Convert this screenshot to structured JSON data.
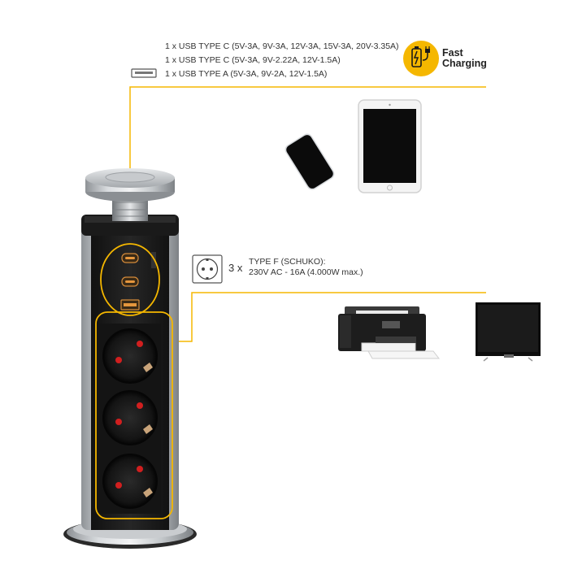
{
  "usb_specs": [
    "1 x USB TYPE C (5V-3A, 9V-3A, 12V-3A, 15V-3A, 20V-3.35A)",
    "1 x USB TYPE C (5V-3A, 9V-2.22A, 12V-1.5A)",
    "1 x USB TYPE A (5V-3A, 9V-2A, 12V-1.5A)"
  ],
  "fast_charging": {
    "line1": "Fast",
    "line2": "Charging"
  },
  "schuko": {
    "multiplier": "3 x",
    "line1": "TYPE F (SCHUKO):",
    "line2": "230V AC - 16A (4.000W max.)"
  },
  "colors": {
    "accent": "#f5b700",
    "body": "#1c1c1c",
    "steel": "#b8bcc0",
    "pin": "#d11f1f"
  },
  "icons": [
    "usb-a-port-icon",
    "fast-charging-icon",
    "schuko-socket-icon"
  ]
}
